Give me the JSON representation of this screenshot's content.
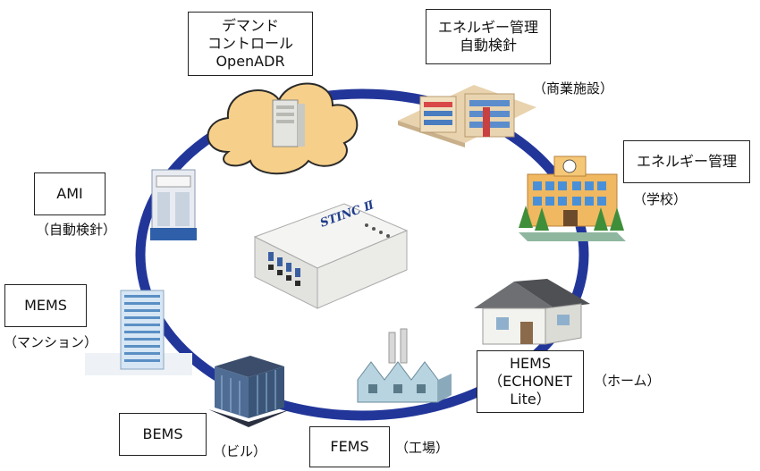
{
  "demand": {
    "lines": [
      "デマンド",
      "コントロール",
      "OpenADR"
    ]
  },
  "energy_mgmt_commercial": {
    "lines": [
      "エネルギー管理",
      "自動検針"
    ],
    "caption": "（商業施設）"
  },
  "energy_mgmt_school": {
    "label": "エネルギー管理",
    "caption": "（学校）"
  },
  "ami": {
    "label": "AMI",
    "caption": "（自動検針）"
  },
  "mems": {
    "label": "MEMS",
    "caption": "（マンション）"
  },
  "hems": {
    "lines": [
      "HEMS",
      "（ECHONET",
      "Lite）"
    ],
    "caption": "（ホーム）"
  },
  "bems": {
    "label": "BEMS",
    "caption": "（ビル）"
  },
  "fems": {
    "label": "FEMS",
    "caption": "（工場）"
  },
  "device": {
    "brand": "STINC Ⅱ"
  },
  "colors": {
    "ring": "#22369a",
    "box_border": "#222222"
  }
}
